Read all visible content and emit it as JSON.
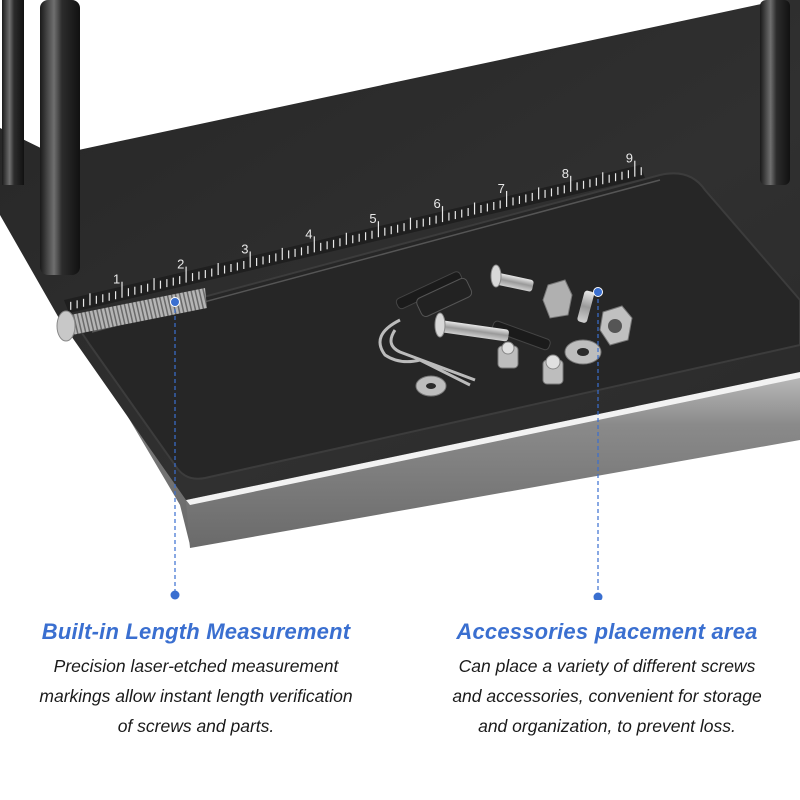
{
  "colors": {
    "accent": "#3a6fd0",
    "board_top": "#2e2e2e",
    "board_edge": "#8c8c8c",
    "text": "#1a1a1a",
    "background": "#ffffff"
  },
  "ruler": {
    "labels": [
      "1",
      "2",
      "3",
      "4",
      "5",
      "6",
      "7",
      "8",
      "9"
    ]
  },
  "callouts": [
    {
      "title": "Built-in Length Measurement",
      "body_lines": [
        "Precision laser-etched measurement",
        "markings allow instant length verification",
        "of screws and parts."
      ]
    },
    {
      "title": "Accessories placement area",
      "body_lines": [
        "Can place a variety of different screws",
        "and accessories, convenient for storage",
        "and organization, to prevent loss."
      ]
    }
  ]
}
